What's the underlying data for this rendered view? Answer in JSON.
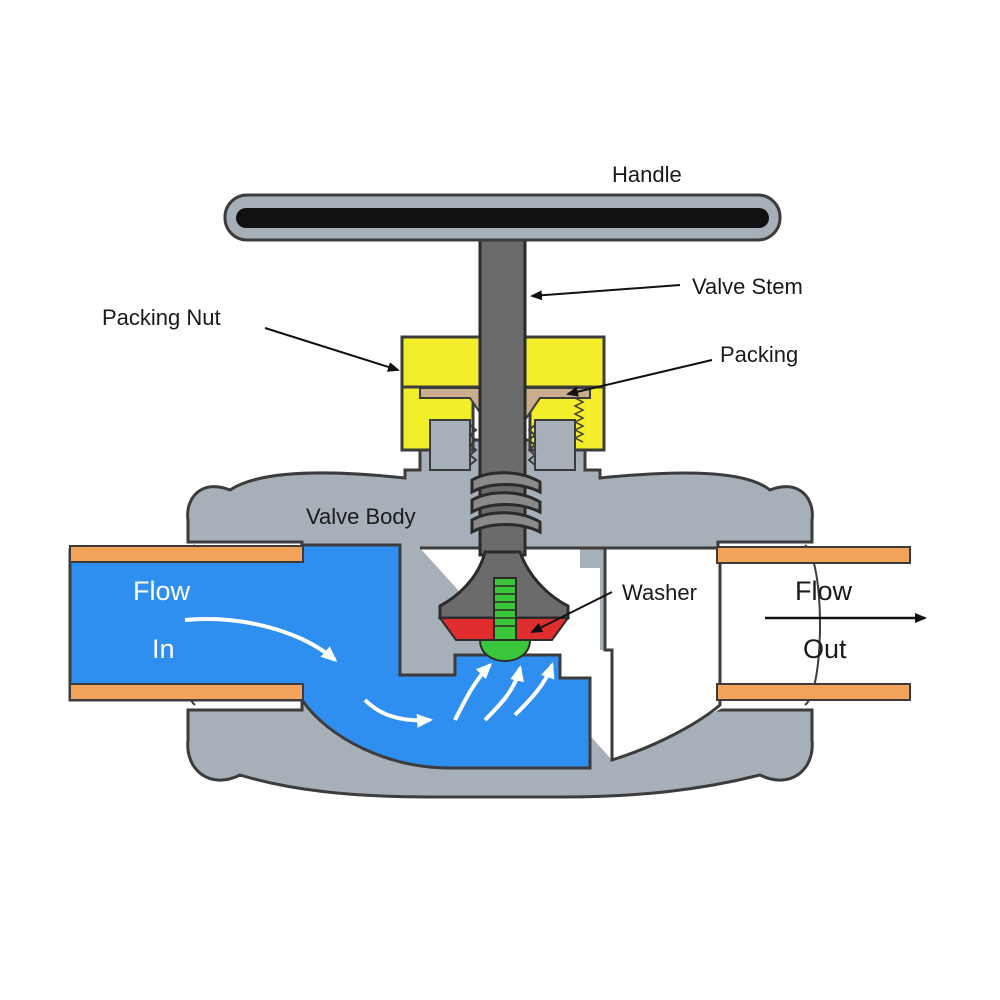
{
  "labels": {
    "handle": "Handle",
    "valve_stem": "Valve Stem",
    "packing_nut": "Packing Nut",
    "packing": "Packing",
    "valve_body": "Valve Body",
    "washer": "Washer",
    "flow_in_1": "Flow",
    "flow_in_2": "In",
    "flow_out_1": "Flow",
    "flow_out_2": "Out"
  },
  "colors": {
    "body": "#a7b0b8",
    "outline": "#3c3c3c",
    "water": "#2f8ff0",
    "pipe": "#f2a35a",
    "nut": "#f3ee2a",
    "packing": "#c9ad8c",
    "stem": "#6b6b6b",
    "washer": "#e02d2d",
    "screw": "#39c63b"
  }
}
